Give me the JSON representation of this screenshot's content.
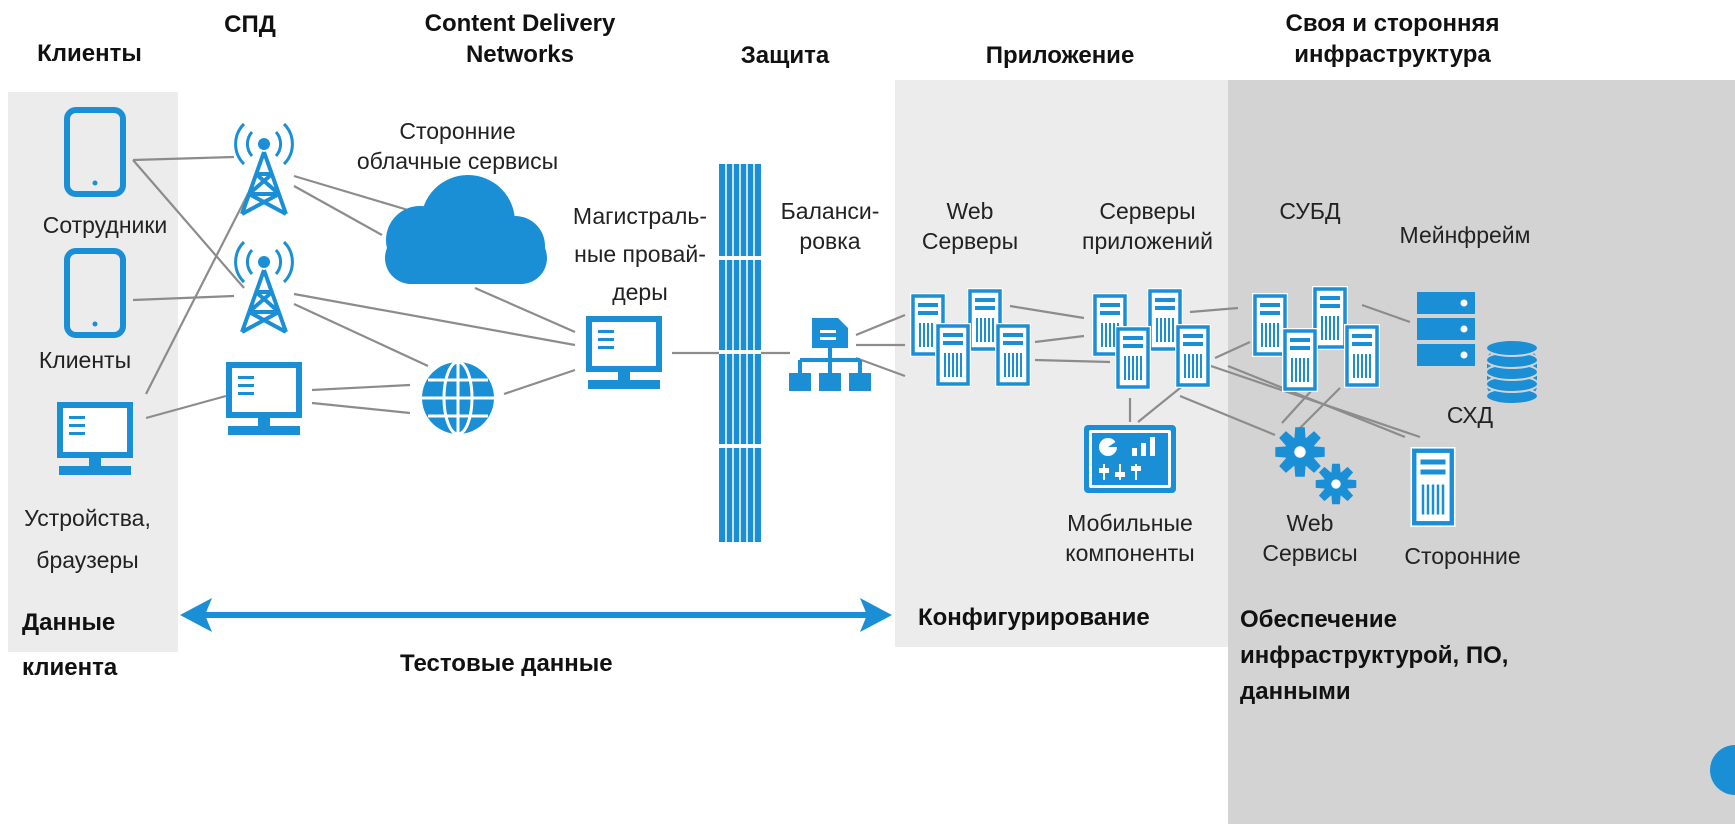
{
  "columns": {
    "clients": "Клиенты",
    "network": "СПД",
    "cdn": "Content Delivery\nNetworks",
    "security": "Защита",
    "application": "Приложение",
    "infrastructure": "Своя и сторонняя\nинфраструктура"
  },
  "nodes": {
    "employees": "Сотрудники",
    "clients": "Клиенты",
    "devices": "Устройства,\nбраузеры",
    "cloud": "Сторонние\nоблачные сервисы",
    "backbone": "Магистраль-\nные провай-\nдеры",
    "balancer": "Баланси-\nровка",
    "web_servers": "Web\nСерверы",
    "app_servers": "Серверы\nприложений",
    "dbms": "СУБД",
    "mainframe": "Мейнфрейм",
    "storage": "СХД",
    "mobile": "Мобильные\nкомпоненты",
    "web_services": "Web\nСервисы",
    "third_party": "Сторонние"
  },
  "bottom": {
    "client_data": "Данные\nклиента",
    "test_data": "Тестовые данные",
    "configuration": "Конфигурирование",
    "provisioning": "Обеспечение\nинфраструктурой, ПО,\nданными"
  },
  "colors": {
    "icon": "#1a8fd6",
    "connector": "#8c8c8c",
    "panel_light": "#ececec",
    "panel_dark": "#d3d3d3"
  }
}
